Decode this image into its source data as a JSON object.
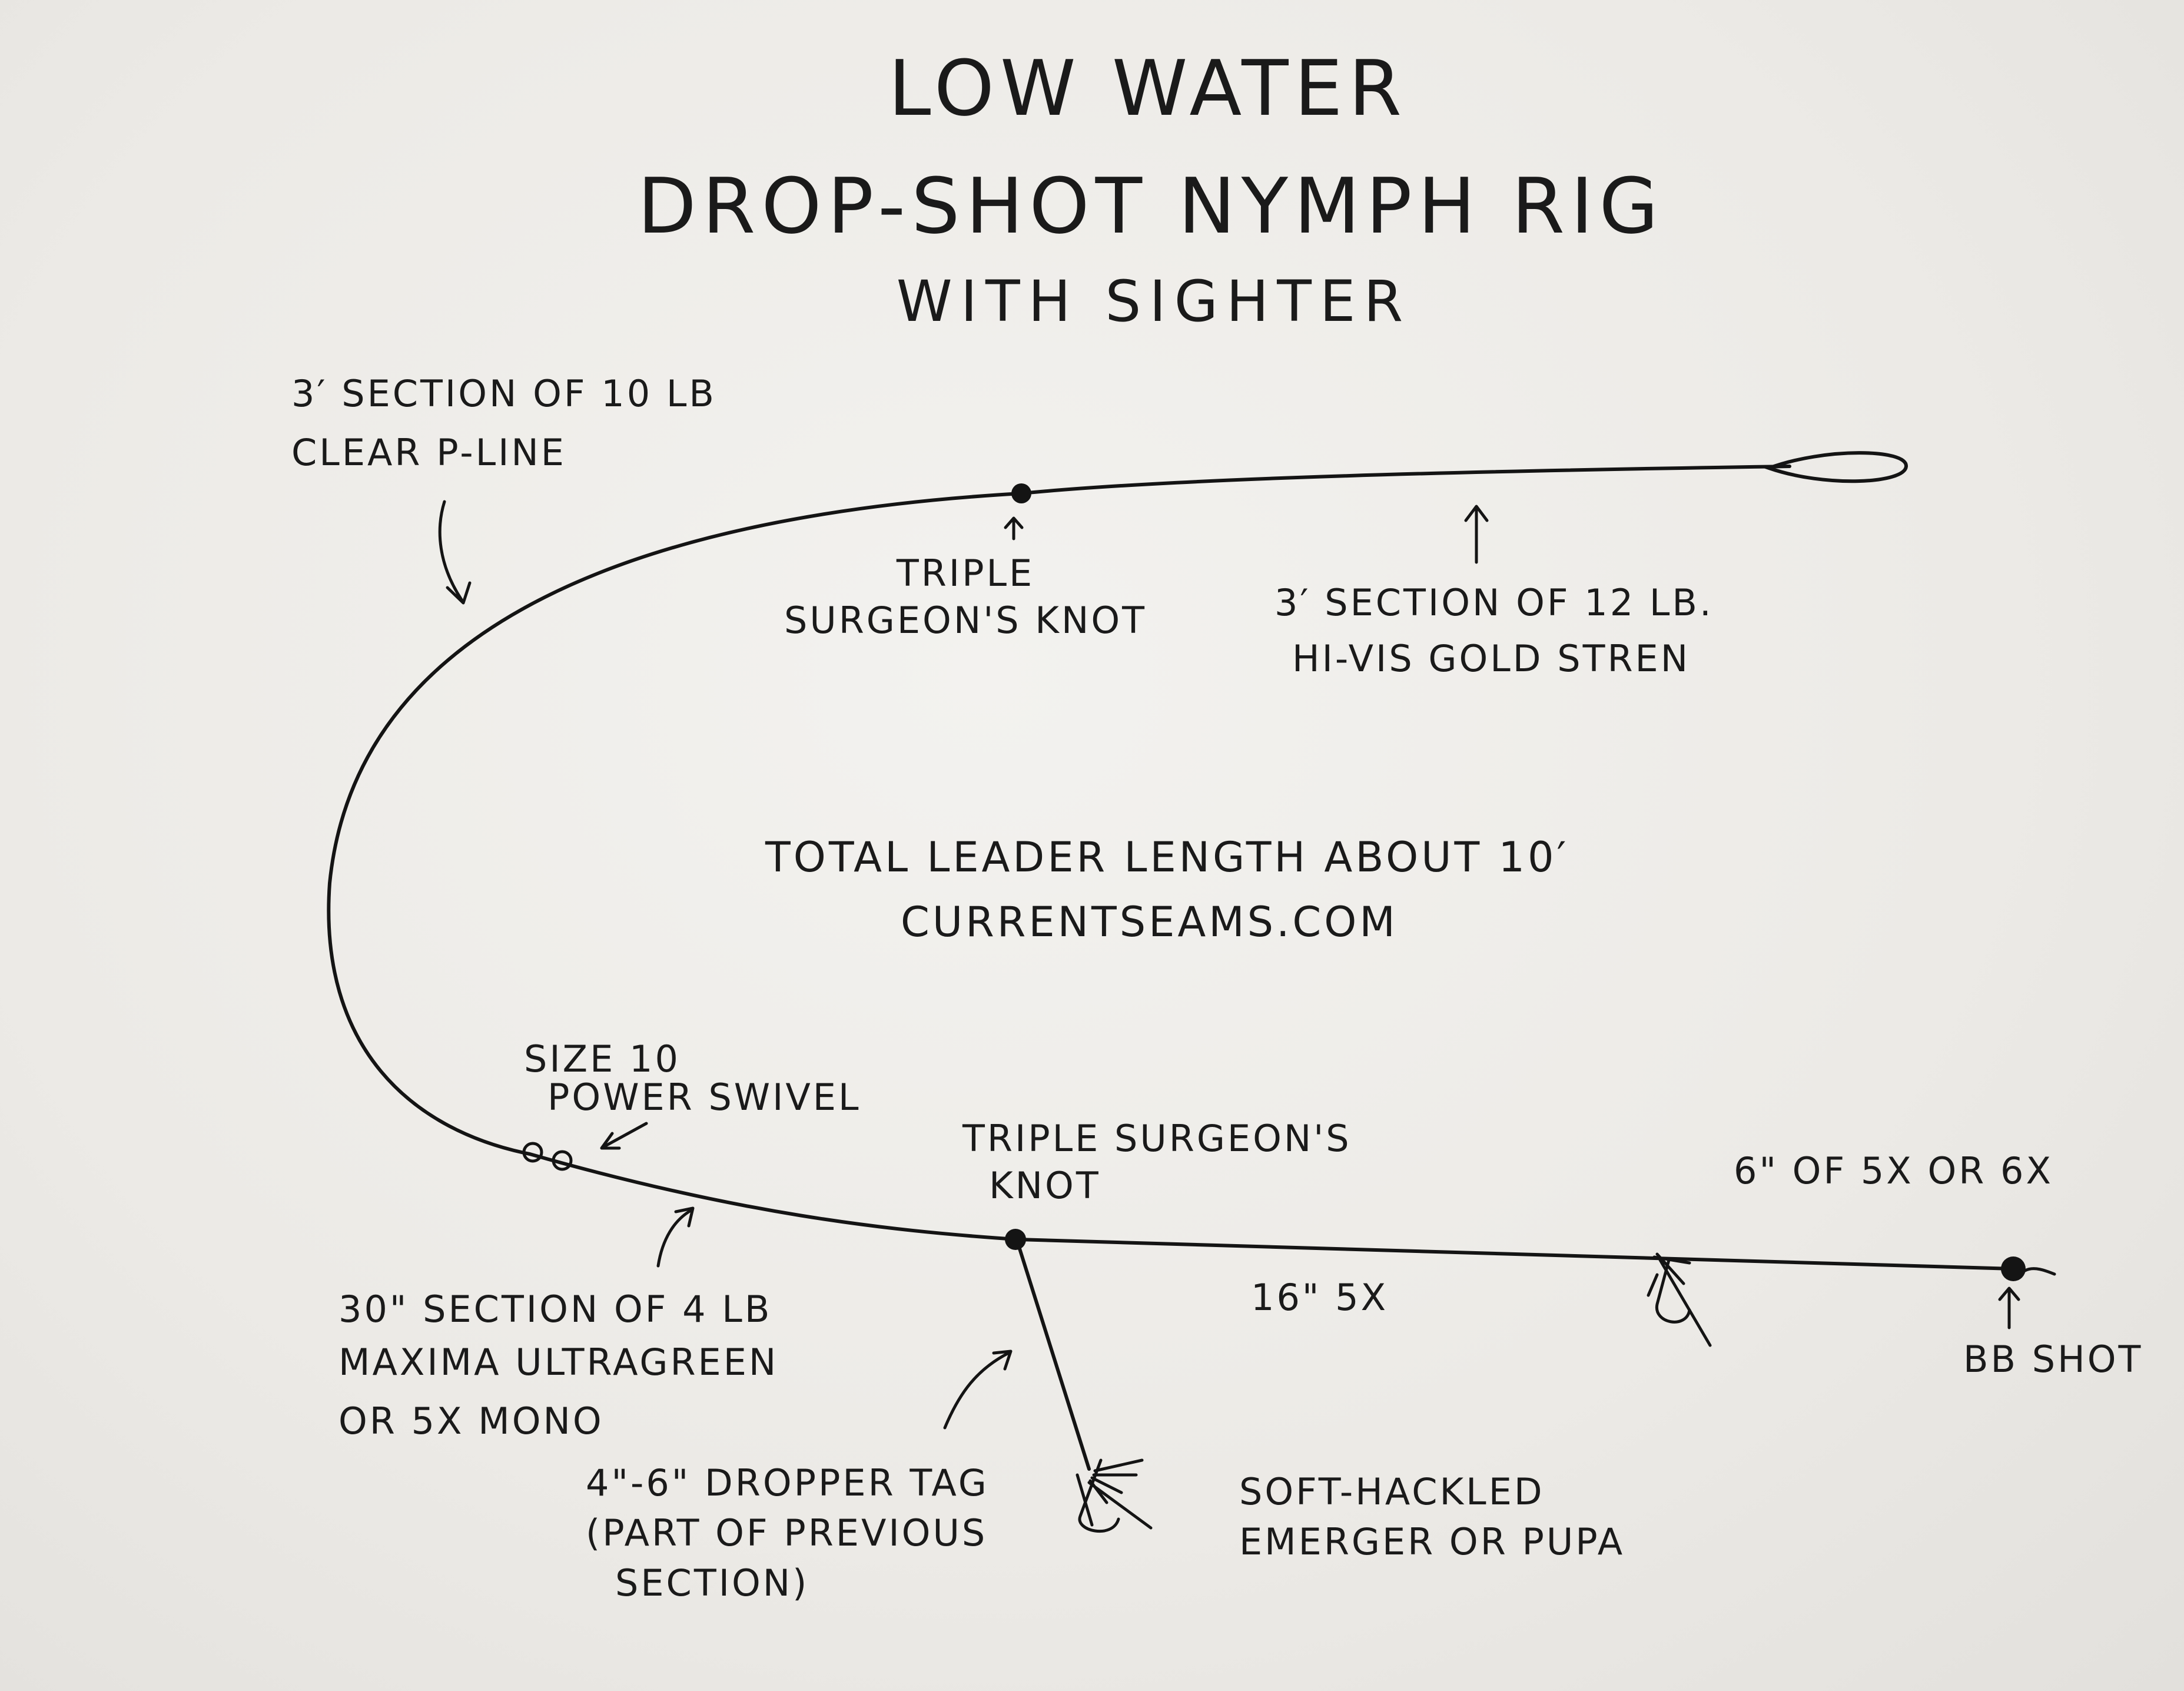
{
  "title": {
    "line1": "Low Water",
    "line2": "Drop-Shot Nymph Rig",
    "line3": "with sighter"
  },
  "labels": {
    "clear_pline": [
      "3′ section of 10 lb",
      "clear P-Line"
    ],
    "top_knot": [
      "Triple",
      "surgeon's knot"
    ],
    "stren": [
      "3′ section of 12 lb.",
      "Hi-Vis Gold Stren"
    ],
    "swivel": [
      "Size 10",
      "Power Swivel"
    ],
    "bottom_knot": [
      "Triple surgeon's",
      "knot"
    ],
    "tippet_6": "6\" of 5x or 6x",
    "section_30": [
      "30\" section of 4 lb",
      "Maxima Ultragreen",
      "or 5x mono"
    ],
    "tippet_16": "16\" 5x",
    "bb_shot": "BB Shot",
    "dropper": [
      "4\"-6\" dropper tag",
      "(part of previous",
      "section)"
    ],
    "fly": [
      "Soft-hackled",
      "emerger or pupa"
    ]
  },
  "center_note": {
    "line1": "Total leader length about 10′",
    "line2": "currentseams.com"
  }
}
